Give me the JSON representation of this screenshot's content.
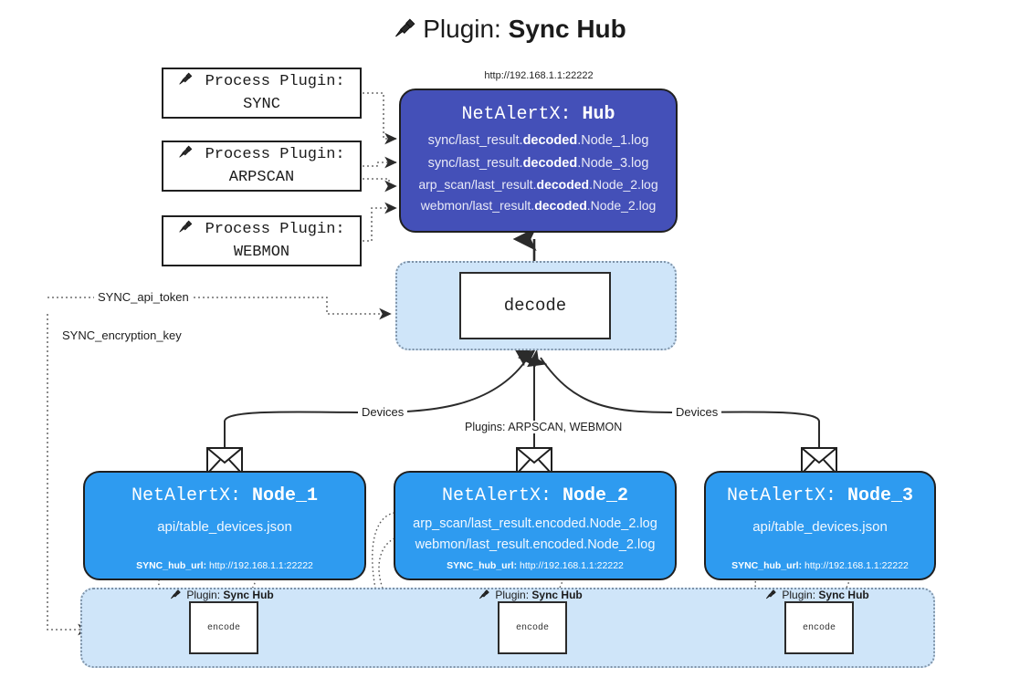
{
  "header": {
    "icon": "plug-icon",
    "label": "Plugin:",
    "name": "Sync Hub"
  },
  "hub": {
    "url": "http://192.168.1.1:22222",
    "title_prefix": "NetAlertX:",
    "title_name": "Hub",
    "log_lines": [
      {
        "pre": "sync/last_result.",
        "mid": "decoded",
        "post": ".Node_1.log"
      },
      {
        "pre": "sync/last_result.",
        "mid": "decoded",
        "post": ".Node_3.log"
      },
      {
        "pre": "arp_scan/last_result.",
        "mid": "decoded",
        "post": ".Node_2.log"
      },
      {
        "pre": "webmon/last_result.",
        "mid": "decoded",
        "post": ".Node_2.log"
      }
    ]
  },
  "process_plugins": [
    {
      "icon": "plug-icon",
      "label": "Process Plugin:",
      "name": "SYNC"
    },
    {
      "icon": "plug-icon",
      "label": "Process Plugin:",
      "name": "ARPSCAN"
    },
    {
      "icon": "plug-icon",
      "label": "Process Plugin:",
      "name": "WEBMON"
    }
  ],
  "decode": {
    "label": "decode"
  },
  "settings_edges": [
    {
      "label": "SYNC_api_token"
    },
    {
      "label": "SYNC_encryption_key"
    }
  ],
  "flow_labels": {
    "devices_left": "Devices",
    "devices_right": "Devices",
    "plugins_center": "Plugins: ARPSCAN, WEBMON"
  },
  "nodes": [
    {
      "icon": "envelope-icon",
      "title_prefix": "NetAlertX:",
      "title_name": "Node_1",
      "lines": [
        "api/table_devices.json"
      ],
      "footer_key": "SYNC_hub_url:",
      "footer_value": "http://192.168.1.1:22222"
    },
    {
      "icon": "envelope-icon",
      "title_prefix": "NetAlertX:",
      "title_name": "Node_2",
      "lines": [
        "arp_scan/last_result.encoded.Node_2.log",
        "webmon/last_result.encoded.Node_2.log"
      ],
      "footer_key": "SYNC_hub_url:",
      "footer_value": "http://192.168.1.1:22222"
    },
    {
      "icon": "envelope-icon",
      "title_prefix": "NetAlertX:",
      "title_name": "Node_3",
      "lines": [
        "api/table_devices.json"
      ],
      "footer_key": "SYNC_hub_url:",
      "footer_value": "http://192.168.1.1:22222"
    }
  ],
  "encoders": [
    {
      "caption_label": "Plugin:",
      "caption_name": "Sync Hub",
      "box_label": "encode"
    },
    {
      "caption_label": "Plugin:",
      "caption_name": "Sync Hub",
      "box_label": "encode"
    },
    {
      "caption_label": "Plugin:",
      "caption_name": "Sync Hub",
      "box_label": "encode"
    }
  ],
  "colors": {
    "hub_fill": "#4450b8",
    "node_fill": "#2e9bf0",
    "container_fill": "#cfe5f9",
    "container_border": "#7f93a8",
    "stroke": "#1f1f1f",
    "page_bg": "#ffffff"
  }
}
